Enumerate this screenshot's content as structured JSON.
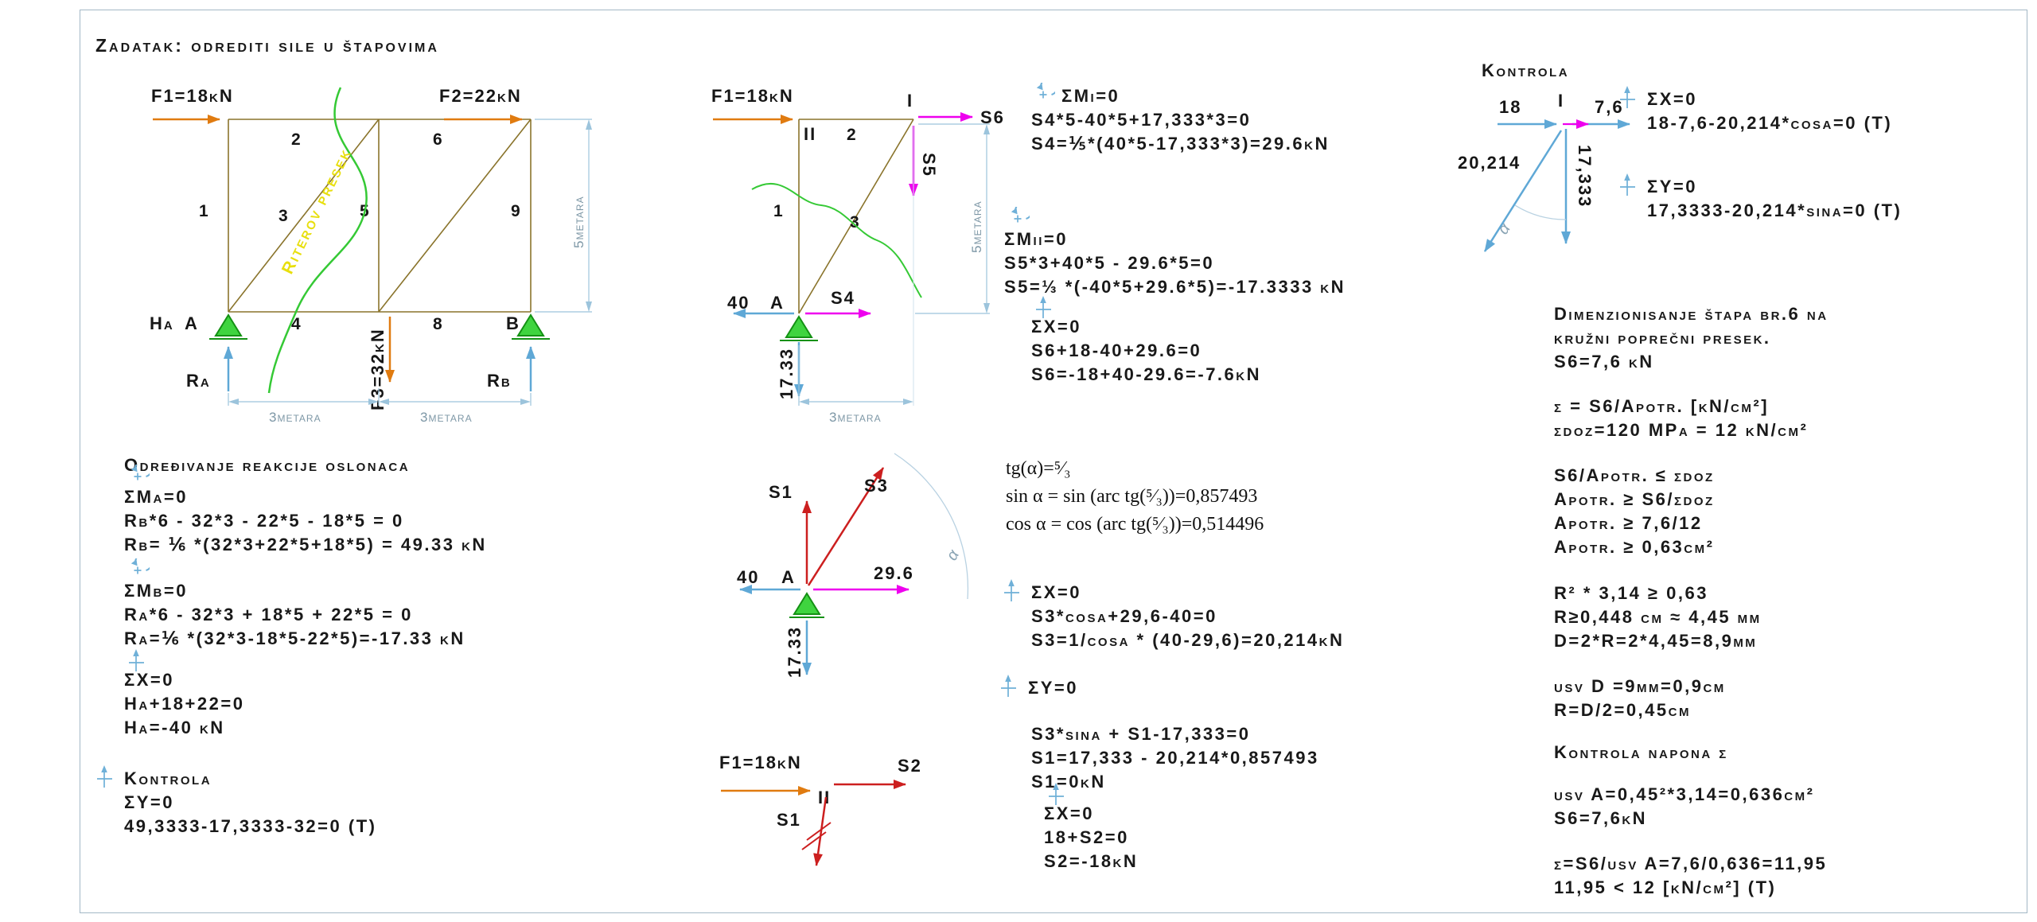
{
  "title": "Zadatak: odrediti sile u štapovima",
  "colors": {
    "force_arrow": "#e07b10",
    "reaction_arrow": "#5fa8d6",
    "member_line": "#8a742c",
    "section_line": "#35c935",
    "ritter_label": "#e8df0e",
    "axial_arrow": "#ee00ee",
    "joint_arrow": "#cc1f1f",
    "dimension": "#9cc4dc",
    "symbol_icons": "#6fb0d8"
  },
  "headings": {
    "reactions": "Određivanje reakcije oslonaca",
    "kontrola": "Kontrola"
  },
  "truss": {
    "f1": "F1=18kN",
    "f2": "F2=22kN",
    "f3": "F3=32kN",
    "m1": "1",
    "m2": "2",
    "m3": "3",
    "m4": "4",
    "m5": "5",
    "m6": "6",
    "m8": "8",
    "m9": "9",
    "ha": "Ha",
    "node_a": "A",
    "node_b": "B",
    "ra": "Ra",
    "rb": "Rb",
    "ritter": "Riterov presek",
    "dim_left": "3metara",
    "dim_right": "3metara",
    "dim_height": "5metara"
  },
  "section": {
    "f1": "F1=18kN",
    "n2": "II",
    "n1": "I",
    "m1": "1",
    "m2": "2",
    "m3": "3",
    "s6": "S6",
    "s5": "S5",
    "s4": "S4",
    "f40": "40",
    "node_a": "A",
    "r": "17.33",
    "dim_h": "3metara",
    "dim_v": "5metara"
  },
  "joint_a": {
    "s1": "S1",
    "s3": "S3",
    "f40": "40",
    "node_a": "A",
    "s4": "29.6",
    "r": "17.33",
    "alpha": "α"
  },
  "joint_ii": {
    "f1": "F1=18kN",
    "node": "II",
    "s2": "S2",
    "s1": "S1"
  },
  "kontrola_diagram": {
    "f18": "18",
    "node_i": "I",
    "s6": "7,6",
    "s3": "20,214",
    "s5": "17,333",
    "alpha": "α"
  },
  "blocks": {
    "ma": [
      "ΣMa=0",
      "Rb*6 - 32*3 - 22*5 - 18*5 = 0",
      "Rb= ⅙ *(32*3+22*5+18*5) = 49.33 kN"
    ],
    "mb": [
      "ΣMb=0",
      "Ra*6 - 32*3 + 18*5 + 22*5 = 0",
      "Ra=⅙ *(32*3-18*5-22*5)=-17.33 kN"
    ],
    "x_reactions": [
      "ΣX=0",
      "Ha+18+22=0",
      "Ha=-40 kN"
    ],
    "kontrola_y": [
      "Kontrola",
      "ΣY=0",
      "49,3333-17,3333-32=0 (T)"
    ],
    "mi": [
      "ΣMi=0",
      "S4*5-40*5+17,333*3=0",
      "S4=⅕*(40*5-17,333*3)=29.6kN"
    ],
    "mii": [
      "ΣMii=0",
      "S5*3+40*5 - 29.6*5=0",
      "S5=⅓ *(-40*5+29.6*5)=-17.3333 kN"
    ],
    "x_section": [
      "ΣX=0",
      "S6+18-40+29.6=0",
      "S6=-18+40-29.6=-7.6kN"
    ],
    "trig": [
      "tg(α)=⁵⁄₃",
      "sin α = sin (arc tg(⁵⁄₃))=0,857493",
      "cos α = cos (arc tg(⁵⁄₃))=0,514496"
    ],
    "x_joint": [
      "ΣX=0",
      "S3*cosα+29,6-40=0",
      "S3=1/cosα * (40-29,6)=20,214kN"
    ],
    "y_joint_head": "ΣY=0",
    "y_joint": [
      "S3*sinα + S1-17,333=0",
      "S1=17,333 - 20,214*0,857493",
      "S1=0kN"
    ],
    "x_joint2": [
      "ΣX=0",
      "18+S2=0",
      "S2=-18kN"
    ],
    "k_x": [
      "ΣX=0",
      "18-7,6-20,214*cosα=0 (T)"
    ],
    "k_y": [
      "ΣY=0",
      "17,3333-20,214*sinα=0 (T)"
    ]
  },
  "dimensioning": {
    "heading": [
      "Dimenzionisanje štapa br.6 na",
      "kružni poprečni presek.",
      "S6=7,6 kN"
    ],
    "stress": [
      "σ = S6/Apotr. [kN/cm²]",
      "σdoz=120 MPa = 12 kN/cm²"
    ],
    "area": [
      "S6/Apotr. ≤ σdoz",
      "Apotr. ≥ S6/σdoz",
      "Apotr. ≥ 7,6/12",
      "Apotr. ≥ 0,63cm²"
    ],
    "radius": [
      "R² * 3,14 ≥ 0,63",
      "R≥0,448 cm ≈ 4,45 mm",
      "D=2*R=2*4,45=8,9mm"
    ],
    "adopted": [
      "usv D =9mm=0,9cm",
      "R=D/2=0,45cm"
    ],
    "check_heading": "Kontrola napona σ",
    "check": [
      "usv A=0,45²*3,14=0,636cm²",
      "S6=7,6kN"
    ],
    "final": [
      "σ=S6/usv A=7,6/0,636=11,95",
      "11,95 < 12 [kN/cm²] (T)"
    ]
  }
}
